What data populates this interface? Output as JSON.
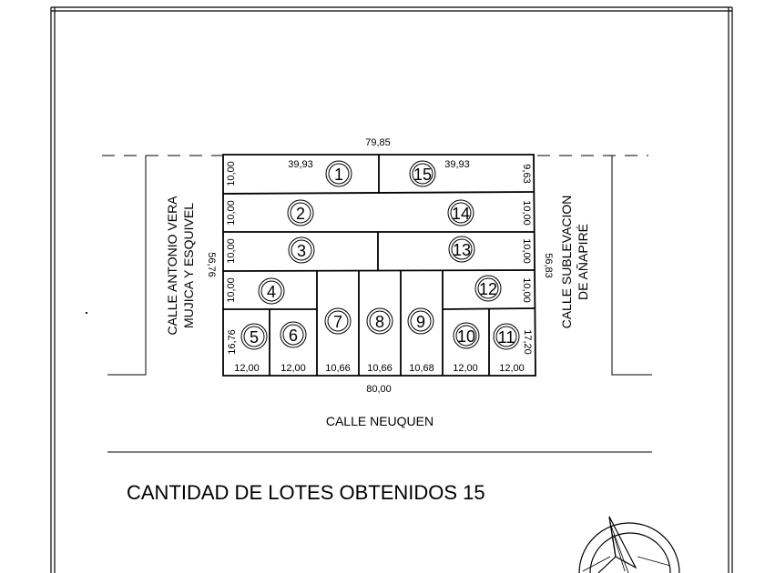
{
  "plan": {
    "total_top": "79,85",
    "total_bottom": "80,00",
    "left_side": "56,76",
    "right_side": "56,83",
    "street_left_line1": "CALLE ANTONIO VERA",
    "street_left_line2": "MUJICA Y ESQUIVEL",
    "street_right_line1": "CALLE SUBLEVACION",
    "street_right_line2": "DE AÑAPIRÉ",
    "street_bottom": "CALLE NEUQUEN",
    "summary": "CANTIDAD DE LOTES OBTENIDOS 15"
  },
  "lots": [
    {
      "number": "1"
    },
    {
      "number": "2"
    },
    {
      "number": "3"
    },
    {
      "number": "4"
    },
    {
      "number": "5"
    },
    {
      "number": "6"
    },
    {
      "number": "7"
    },
    {
      "number": "8"
    },
    {
      "number": "9"
    },
    {
      "number": "10"
    },
    {
      "number": "11"
    },
    {
      "number": "12"
    },
    {
      "number": "13"
    },
    {
      "number": "14"
    },
    {
      "number": "15"
    }
  ],
  "dimensions": {
    "lot1_front": "39,93",
    "lot15_front": "39,93",
    "left_d1": "10,00",
    "left_d2": "10,00",
    "left_d3": "10,00",
    "left_d4": "10,00",
    "lot5_depth": "16,76",
    "right_d15": "9,63",
    "right_d14": "10,00",
    "right_d13": "10,00",
    "right_d12": "10,00",
    "lot11_depth": "17,20",
    "w5": "12,00",
    "w6": "12,00",
    "w7": "10,66",
    "w8": "10,66",
    "w9": "10,68",
    "w10": "12,00",
    "w11": "12,00"
  }
}
